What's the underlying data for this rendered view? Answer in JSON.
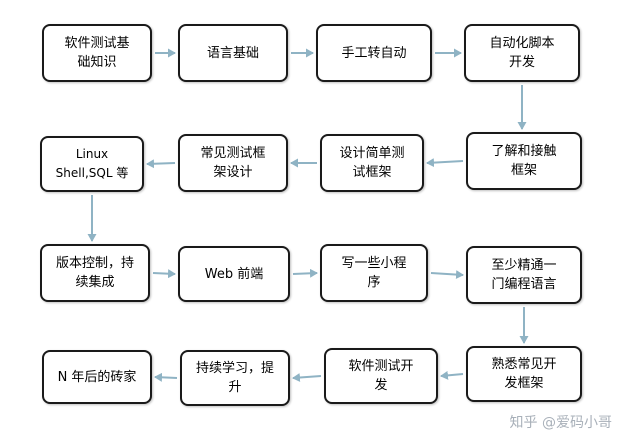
{
  "nodes": [
    {
      "id": "n1",
      "label": "软件测试基\n础知识"
    },
    {
      "id": "n2",
      "label": "语言基础"
    },
    {
      "id": "n3",
      "label": "手工转自动"
    },
    {
      "id": "n4",
      "label": "自动化脚本\n开发"
    },
    {
      "id": "n5",
      "label": "了解和接触\n框架"
    },
    {
      "id": "n6",
      "label": "设计简单测\n试框架"
    },
    {
      "id": "n7",
      "label": "常见测试框\n架设计"
    },
    {
      "id": "n8",
      "label": "Linux\nShell,SQL 等"
    },
    {
      "id": "n9",
      "label": "版本控制，持\n续集成"
    },
    {
      "id": "n10",
      "label": "Web 前端"
    },
    {
      "id": "n11",
      "label": "写一些小程\n序"
    },
    {
      "id": "n12",
      "label": "至少精通一\n门编程语言"
    },
    {
      "id": "n13",
      "label": "熟悉常见开\n发框架"
    },
    {
      "id": "n14",
      "label": "软件测试开\n发"
    },
    {
      "id": "n15",
      "label": "持续学习，提\n升"
    },
    {
      "id": "n16",
      "label": "N 年后的砖家"
    }
  ],
  "edges": [
    [
      "n1",
      "n2"
    ],
    [
      "n2",
      "n3"
    ],
    [
      "n3",
      "n4"
    ],
    [
      "n4",
      "n5"
    ],
    [
      "n5",
      "n6"
    ],
    [
      "n6",
      "n7"
    ],
    [
      "n7",
      "n8"
    ],
    [
      "n8",
      "n9"
    ],
    [
      "n9",
      "n10"
    ],
    [
      "n10",
      "n11"
    ],
    [
      "n11",
      "n12"
    ],
    [
      "n12",
      "n13"
    ],
    [
      "n13",
      "n14"
    ],
    [
      "n14",
      "n15"
    ],
    [
      "n15",
      "n16"
    ]
  ],
  "watermark": "知乎 @爱码小哥",
  "colors": {
    "arrow": "#8fb3c4",
    "border": "#1a1a1a"
  }
}
